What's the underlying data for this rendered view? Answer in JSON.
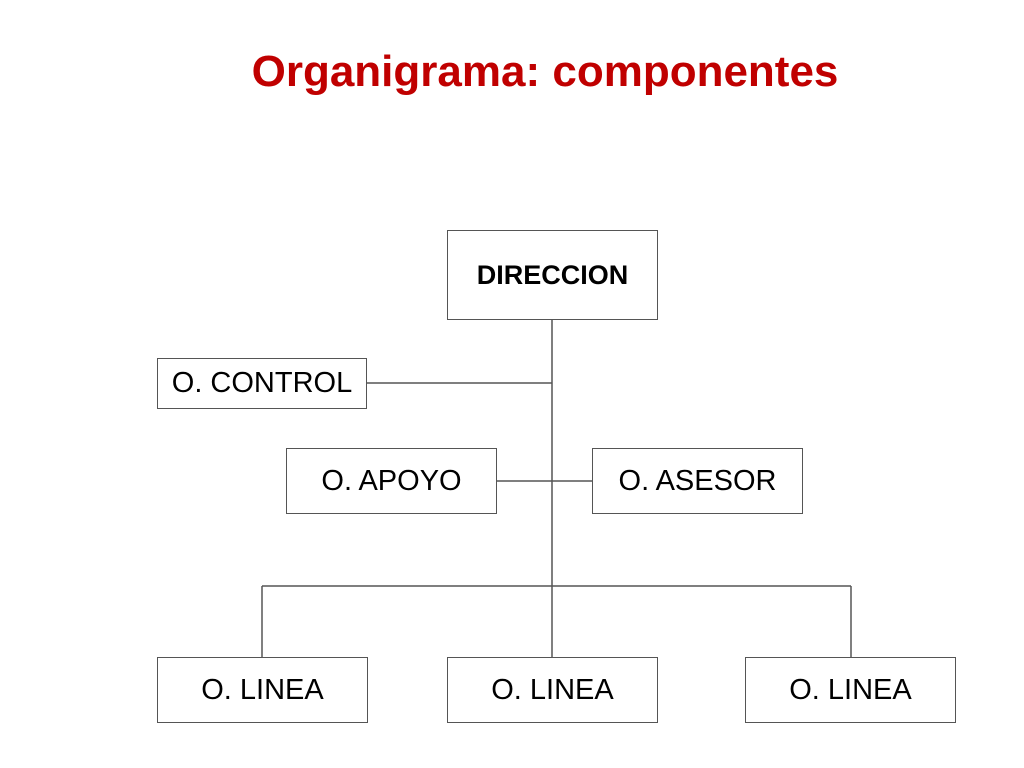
{
  "title": "Organigrama: componentes",
  "colors": {
    "title": "#c00000",
    "line": "#555555"
  },
  "nodes": {
    "direccion": "DIRECCION",
    "control": "O. CONTROL",
    "apoyo": "O. APOYO",
    "asesor": "O. ASESOR",
    "linea": [
      "O. LINEA",
      "O. LINEA",
      "O. LINEA"
    ]
  }
}
